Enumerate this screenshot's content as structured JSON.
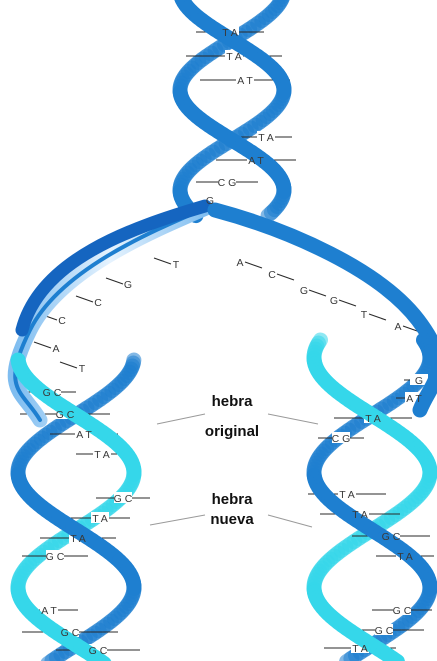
{
  "colors": {
    "original_strand": "#1e7fd0",
    "original_strand_light": "#bfe0fa",
    "new_strand": "#35d7ea",
    "new_strand_light": "#d4f7fb",
    "background": "#ffffff",
    "rung": "#2a2a2a"
  },
  "labels": {
    "original_line1": "hebra",
    "original_line2": "original",
    "new_line1": "hebra",
    "new_line2": "nueva"
  },
  "pairs": {
    "top_helix": [
      "TA",
      "TA",
      "AT",
      "TA",
      "AT",
      "CG",
      "G"
    ],
    "left_strand_bases": [
      "T",
      "G",
      "C",
      "C",
      "A",
      "T"
    ],
    "right_strand_bases": [
      "A",
      "C",
      "G",
      "G",
      "T",
      "A"
    ],
    "left_daughter": [
      "GC",
      "GC",
      "AT",
      "TA",
      "GC",
      "TA",
      "TA",
      "GC",
      "AT",
      "GC",
      "GC"
    ],
    "right_daughter": [
      "G",
      "AT",
      "TA",
      "CG",
      "TA",
      "TA",
      "GC",
      "TA",
      "GC",
      "GC",
      "TA"
    ]
  }
}
